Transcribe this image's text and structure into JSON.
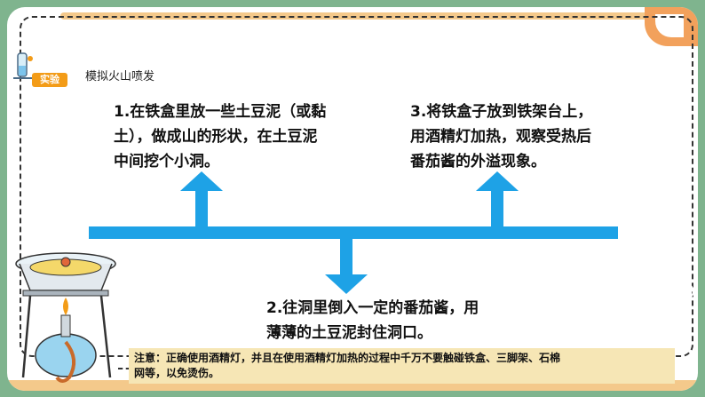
{
  "badge": "实验",
  "section_title": "模拟火山喷发",
  "steps": {
    "step1": [
      "1.在铁盒里放一些土豆泥（或黏",
      "土），做成山的形状，在土豆泥",
      "中间挖个小洞。"
    ],
    "step3": [
      "3.将铁盒子放到铁架台上，",
      "用酒精灯加热，观察受热后",
      "番茄酱的外溢现象。"
    ],
    "step2": [
      "2.往洞里倒入一定的番茄酱，用",
      "薄薄的土豆泥封住洞口。"
    ]
  },
  "note": {
    "line1": "注意：正确使用酒精灯，并且在使用酒精灯加热的过程中千万不要触碰铁盒、三脚架、石棉",
    "line2": "网等，以免烫伤。"
  },
  "colors": {
    "arrow": "#1ea2e6",
    "badge": "#f39c18",
    "frame": "#7fb48e",
    "note_bg": "#f6e6b5"
  }
}
